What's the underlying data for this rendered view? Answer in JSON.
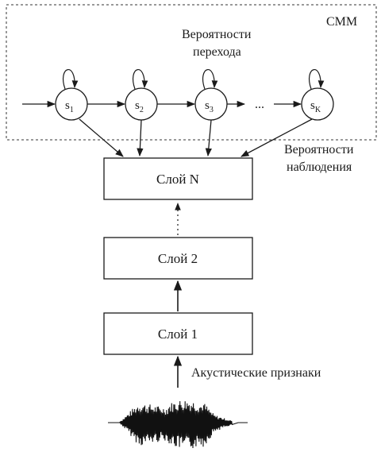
{
  "hmm": {
    "label": "СММ",
    "transition_label": [
      "Вероятности",
      "перехода"
    ],
    "observation_label": [
      "Вероятности",
      "наблюдения"
    ],
    "ellipsis": "...",
    "states": [
      {
        "name": "s",
        "sub": "1"
      },
      {
        "name": "s",
        "sub": "2"
      },
      {
        "name": "s",
        "sub": "3"
      },
      {
        "name": "s",
        "sub": "K"
      }
    ]
  },
  "layers": {
    "n": "Слой N",
    "two": "Слой 2",
    "one": "Слой 1"
  },
  "input_label": "Акустические признаки",
  "waveform": {
    "description": "speech waveform"
  }
}
